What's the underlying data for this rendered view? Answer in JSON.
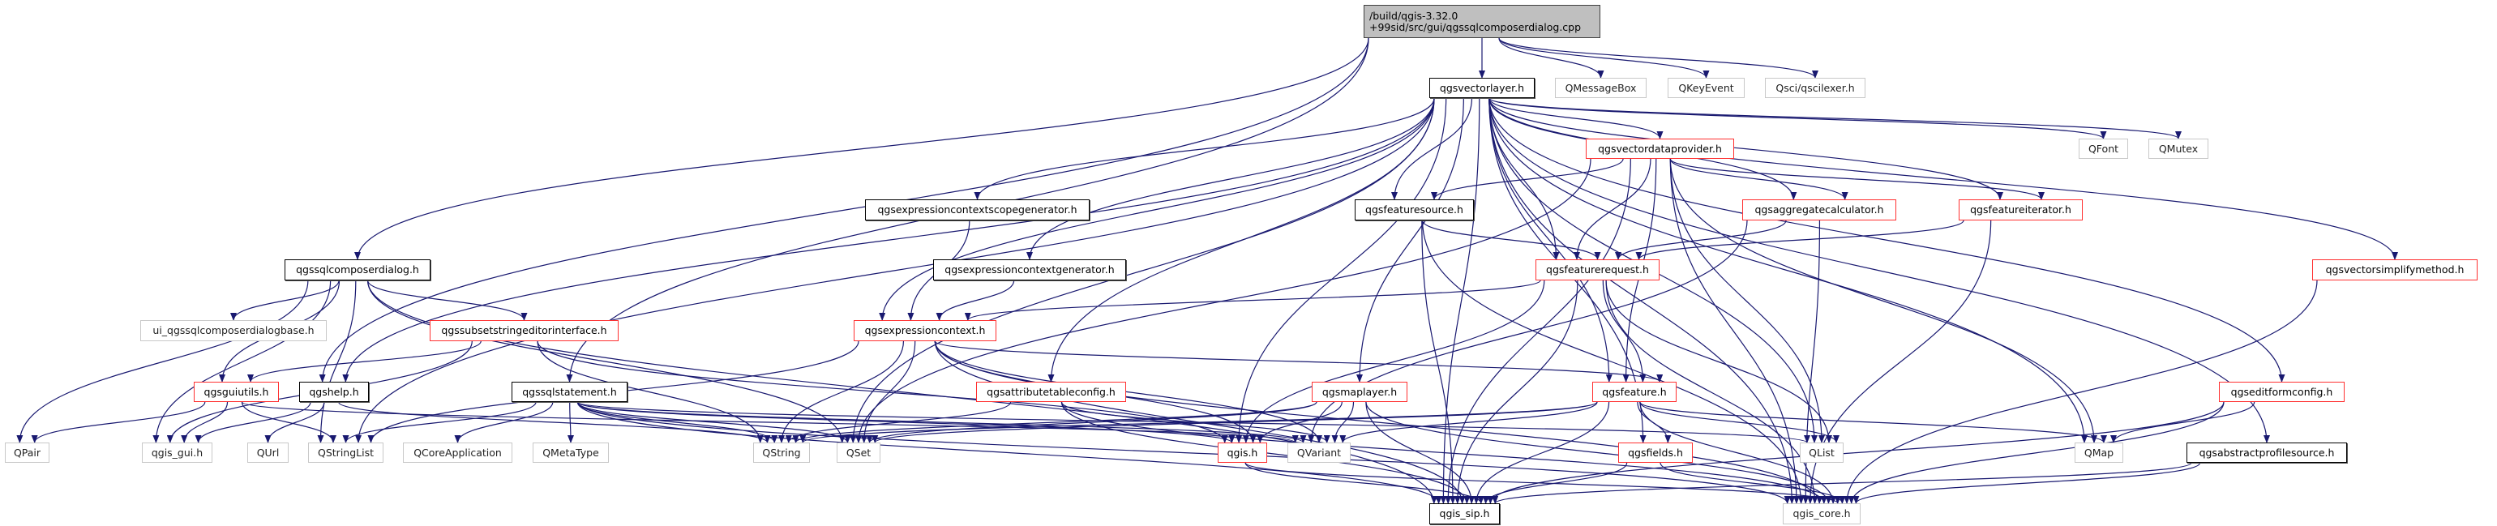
{
  "graph": {
    "edge_color": "#191970",
    "nodes": [
      {
        "id": "root",
        "label": "/build/qgis-3.32.0 +99sid/src/gui/qgssqlcomposerdialog.cpp",
        "kind": "root"
      },
      {
        "id": "vectorlayer",
        "label": "qgsvectorlayer.h",
        "kind": "black"
      },
      {
        "id": "qmessagebox",
        "label": "QMessageBox",
        "kind": "ext"
      },
      {
        "id": "qkeyevent",
        "label": "QKeyEvent",
        "kind": "ext"
      },
      {
        "id": "qscilexer",
        "label": "Qsci/qscilexer.h",
        "kind": "ext"
      },
      {
        "id": "vectordataprovider",
        "label": "qgsvectordataprovider.h",
        "kind": "red"
      },
      {
        "id": "qfont",
        "label": "QFont",
        "kind": "ext"
      },
      {
        "id": "qmutex",
        "label": "QMutex",
        "kind": "ext"
      },
      {
        "id": "exprscopegen",
        "label": "qgsexpressioncontextscopegenerator.h",
        "kind": "black"
      },
      {
        "id": "featuresource",
        "label": "qgsfeaturesource.h",
        "kind": "black"
      },
      {
        "id": "aggregatecalc",
        "label": "qgsaggregatecalculator.h",
        "kind": "red"
      },
      {
        "id": "featureiterator",
        "label": "qgsfeatureiterator.h",
        "kind": "red"
      },
      {
        "id": "sqlcomposerdialog",
        "label": "qgssqlcomposerdialog.h",
        "kind": "black"
      },
      {
        "id": "exprctxgen",
        "label": "qgsexpressioncontextgenerator.h",
        "kind": "black"
      },
      {
        "id": "featurerequest",
        "label": "qgsfeaturerequest.h",
        "kind": "red"
      },
      {
        "id": "vectorsimplify",
        "label": "qgsvectorsimplifymethod.h",
        "kind": "red"
      },
      {
        "id": "uibase",
        "label": "ui_qgssqlcomposerdialogbase.h",
        "kind": "ext"
      },
      {
        "id": "subsetstring",
        "label": "qgssubsetstringeditorinterface.h",
        "kind": "red"
      },
      {
        "id": "exprcontext",
        "label": "qgsexpressioncontext.h",
        "kind": "red"
      },
      {
        "id": "guiutils",
        "label": "qgsguiutils.h",
        "kind": "red"
      },
      {
        "id": "help",
        "label": "qgshelp.h",
        "kind": "black"
      },
      {
        "id": "sqlstatement",
        "label": "qgssqlstatement.h",
        "kind": "black"
      },
      {
        "id": "attrtableconfig",
        "label": "qgsattributetableconfig.h",
        "kind": "red"
      },
      {
        "id": "maplayer",
        "label": "qgsmaplayer.h",
        "kind": "red"
      },
      {
        "id": "feature",
        "label": "qgsfeature.h",
        "kind": "red"
      },
      {
        "id": "editformconfig",
        "label": "qgseditformconfig.h",
        "kind": "red"
      },
      {
        "id": "qpair",
        "label": "QPair",
        "kind": "ext"
      },
      {
        "id": "qgisgui",
        "label": "qgis_gui.h",
        "kind": "ext"
      },
      {
        "id": "qurl",
        "label": "QUrl",
        "kind": "ext"
      },
      {
        "id": "qstringlist",
        "label": "QStringList",
        "kind": "ext"
      },
      {
        "id": "qcoreapp",
        "label": "QCoreApplication",
        "kind": "ext"
      },
      {
        "id": "qmetatype",
        "label": "QMetaType",
        "kind": "ext"
      },
      {
        "id": "qstring",
        "label": "QString",
        "kind": "ext"
      },
      {
        "id": "qset",
        "label": "QSet",
        "kind": "ext"
      },
      {
        "id": "qgis",
        "label": "qgis.h",
        "kind": "red"
      },
      {
        "id": "qvariant",
        "label": "QVariant",
        "kind": "ext"
      },
      {
        "id": "fields",
        "label": "qgsfields.h",
        "kind": "red"
      },
      {
        "id": "qlist",
        "label": "QList",
        "kind": "ext"
      },
      {
        "id": "qmap",
        "label": "QMap",
        "kind": "ext"
      },
      {
        "id": "abstractprofile",
        "label": "qgsabstractprofilesource.h",
        "kind": "black"
      },
      {
        "id": "qgissip",
        "label": "qgis_sip.h",
        "kind": "black"
      },
      {
        "id": "qgiscore",
        "label": "qgis_core.h",
        "kind": "ext"
      }
    ],
    "edges": [
      [
        "root",
        "sqlcomposerdialog"
      ],
      [
        "root",
        "vectorlayer"
      ],
      [
        "root",
        "qmessagebox"
      ],
      [
        "root",
        "qkeyevent"
      ],
      [
        "root",
        "qscilexer"
      ],
      [
        "root",
        "help"
      ],
      [
        "root",
        "sqlstatement"
      ],
      [
        "sqlcomposerdialog",
        "uibase"
      ],
      [
        "sqlcomposerdialog",
        "subsetstring"
      ],
      [
        "sqlcomposerdialog",
        "guiutils"
      ],
      [
        "sqlcomposerdialog",
        "qgisgui"
      ],
      [
        "sqlcomposerdialog",
        "qpair"
      ],
      [
        "sqlcomposerdialog",
        "qstringlist"
      ],
      [
        "sqlcomposerdialog",
        "qset"
      ],
      [
        "sqlcomposerdialog",
        "qgissip"
      ],
      [
        "subsetstring",
        "guiutils"
      ],
      [
        "subsetstring",
        "qgisgui"
      ],
      [
        "subsetstring",
        "qstring"
      ],
      [
        "subsetstring",
        "qgis"
      ],
      [
        "guiutils",
        "qpair"
      ],
      [
        "guiutils",
        "qgisgui"
      ],
      [
        "guiutils",
        "qstringlist"
      ],
      [
        "guiutils",
        "qvariant"
      ],
      [
        "help",
        "qgisgui"
      ],
      [
        "help",
        "qurl"
      ],
      [
        "help",
        "qstring"
      ],
      [
        "sqlstatement",
        "qstringlist"
      ],
      [
        "sqlstatement",
        "qcoreapp"
      ],
      [
        "sqlstatement",
        "qmetatype"
      ],
      [
        "sqlstatement",
        "qstring"
      ],
      [
        "sqlstatement",
        "qset"
      ],
      [
        "sqlstatement",
        "qgissip"
      ],
      [
        "sqlstatement",
        "qgiscore"
      ],
      [
        "sqlstatement",
        "qlist"
      ],
      [
        "sqlstatement",
        "qvariant"
      ],
      [
        "sqlstatement",
        "qgis"
      ],
      [
        "vectorlayer",
        "vectordataprovider"
      ],
      [
        "vectorlayer",
        "featuresource"
      ],
      [
        "vectorlayer",
        "featurerequest"
      ],
      [
        "vectorlayer",
        "feature"
      ],
      [
        "vectorlayer",
        "exprcontext"
      ],
      [
        "vectorlayer",
        "exprscopegen"
      ],
      [
        "vectorlayer",
        "exprctxgen"
      ],
      [
        "vectorlayer",
        "attrtableconfig"
      ],
      [
        "vectorlayer",
        "maplayer"
      ],
      [
        "vectorlayer",
        "qgis"
      ],
      [
        "vectorlayer",
        "qset"
      ],
      [
        "vectorlayer",
        "qstringlist"
      ],
      [
        "vectorlayer",
        "fields"
      ],
      [
        "vectorlayer",
        "qgissip"
      ],
      [
        "vectorlayer",
        "aggregatecalc"
      ],
      [
        "vectorlayer",
        "featureiterator"
      ],
      [
        "vectorlayer",
        "qfont"
      ],
      [
        "vectorlayer",
        "qmutex"
      ],
      [
        "vectorlayer",
        "vectorsimplify"
      ],
      [
        "vectorlayer",
        "editformconfig"
      ],
      [
        "vectorlayer",
        "qlist"
      ],
      [
        "vectorlayer",
        "qmap"
      ],
      [
        "vectorlayer",
        "abstractprofile"
      ],
      [
        "vectorlayer",
        "qgiscore"
      ],
      [
        "vectorlayer",
        "help"
      ],
      [
        "vectordataprovider",
        "featuresource"
      ],
      [
        "vectordataprovider",
        "featurerequest"
      ],
      [
        "vectordataprovider",
        "feature"
      ],
      [
        "vectordataprovider",
        "aggregatecalc"
      ],
      [
        "vectordataprovider",
        "featureiterator"
      ],
      [
        "vectordataprovider",
        "qset"
      ],
      [
        "vectordataprovider",
        "qgissip"
      ],
      [
        "vectordataprovider",
        "qlist"
      ],
      [
        "vectordataprovider",
        "qmap"
      ],
      [
        "vectordataprovider",
        "qgiscore"
      ],
      [
        "exprscopegen",
        "exprcontext"
      ],
      [
        "exprctxgen",
        "exprcontext"
      ],
      [
        "featuresource",
        "featurerequest"
      ],
      [
        "featuresource",
        "qgissip"
      ],
      [
        "featuresource",
        "qgiscore"
      ],
      [
        "aggregatecalc",
        "featurerequest"
      ],
      [
        "aggregatecalc",
        "qvariant"
      ],
      [
        "aggregatecalc",
        "qgiscore"
      ],
      [
        "featureiterator",
        "featurerequest"
      ],
      [
        "featureiterator",
        "qgiscore"
      ],
      [
        "featurerequest",
        "exprcontext"
      ],
      [
        "featurerequest",
        "feature"
      ],
      [
        "featurerequest",
        "qgis"
      ],
      [
        "featurerequest",
        "qgissip"
      ],
      [
        "featurerequest",
        "qlist"
      ],
      [
        "featurerequest",
        "qgiscore"
      ],
      [
        "exprcontext",
        "feature"
      ],
      [
        "exprcontext",
        "qstringlist"
      ],
      [
        "exprcontext",
        "qstring"
      ],
      [
        "exprcontext",
        "qset"
      ],
      [
        "exprcontext",
        "qvariant"
      ],
      [
        "exprcontext",
        "qgissip"
      ],
      [
        "exprcontext",
        "qgiscore"
      ],
      [
        "exprcontext",
        "qgis"
      ],
      [
        "attrtableconfig",
        "qstring"
      ],
      [
        "attrtableconfig",
        "qvariant"
      ],
      [
        "attrtableconfig",
        "qgissip"
      ],
      [
        "attrtableconfig",
        "qgiscore"
      ],
      [
        "maplayer",
        "qset"
      ],
      [
        "maplayer",
        "qstring"
      ],
      [
        "maplayer",
        "qgis"
      ],
      [
        "maplayer",
        "qvariant"
      ],
      [
        "maplayer",
        "qgissip"
      ],
      [
        "maplayer",
        "qgiscore"
      ],
      [
        "feature",
        "fields"
      ],
      [
        "feature",
        "qvariant"
      ],
      [
        "feature",
        "qset"
      ],
      [
        "feature",
        "qlist"
      ],
      [
        "feature",
        "qmap"
      ],
      [
        "feature",
        "qgissip"
      ],
      [
        "feature",
        "qgiscore"
      ],
      [
        "feature",
        "qstring"
      ],
      [
        "qgis",
        "qgissip"
      ],
      [
        "qgis",
        "qgiscore"
      ],
      [
        "fields",
        "qgissip"
      ],
      [
        "fields",
        "qgiscore"
      ],
      [
        "vectorsimplify",
        "qgiscore"
      ],
      [
        "editformconfig",
        "qmap"
      ],
      [
        "editformconfig",
        "qgissip"
      ],
      [
        "editformconfig",
        "qgiscore"
      ],
      [
        "abstractprofile",
        "qgissip"
      ],
      [
        "abstractprofile",
        "qgiscore"
      ]
    ]
  }
}
